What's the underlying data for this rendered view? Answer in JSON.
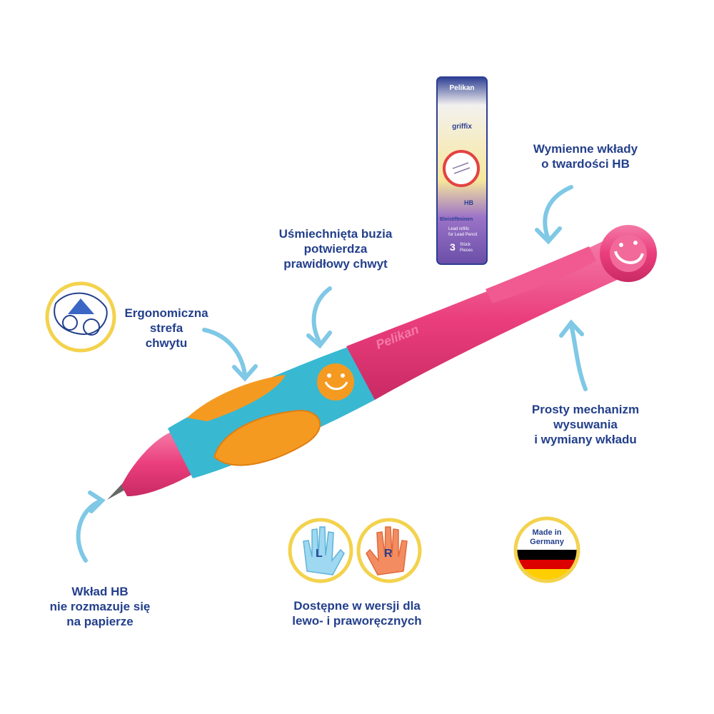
{
  "labels": {
    "refills": [
      "Wymienne wkłady",
      "o twardości HB"
    ],
    "smiley": [
      "Uśmiechnięta buzia",
      "potwierdza",
      "prawidłowy chwyt"
    ],
    "grip": [
      "Ergonomiczna",
      "strefa",
      "chwytu"
    ],
    "mechanism": [
      "Prosty mechanizm",
      "wysuwania",
      "i wymiany wkładu"
    ],
    "lead": [
      "Wkład HB",
      "nie rozmazuje się",
      "na papierze"
    ],
    "hands": [
      "Dostępne w wersji dla",
      "lewo- i praworęcznych"
    ]
  },
  "badges": {
    "made_in": [
      "Made in",
      "Germany"
    ],
    "left_hand_letter": "L",
    "right_hand_letter": "R"
  },
  "package": {
    "brand": "Pelikan",
    "product": "griffix",
    "hardness": "HB",
    "title": "Bleistiftminen",
    "subtitle": [
      "Lead refills",
      "for Lead Pencil"
    ],
    "count": "3",
    "count_label": [
      "Stück",
      "Pieces"
    ]
  },
  "pencil_brand": "Pelikan",
  "colors": {
    "text": "#233f8c",
    "arrow": "#7fc8e6",
    "pink": "#ea3e7c",
    "orange": "#f59a21",
    "turquoise": "#39b8d2"
  }
}
